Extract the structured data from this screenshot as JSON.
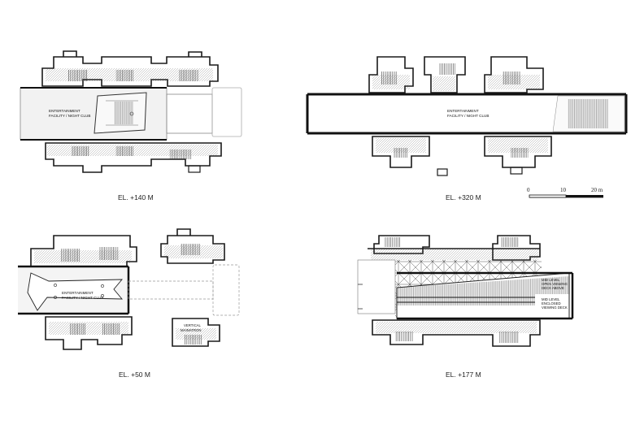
{
  "plans": [
    {
      "id": "p140",
      "elevation": "EL. +140 M",
      "labels": [
        "ENTERTAINMENT",
        "FACILITY / NIGHT CLUB"
      ]
    },
    {
      "id": "p320",
      "elevation": "EL. +320 M",
      "labels": [
        "ENTERTAINMENT",
        "FACILITY / NIGHT CLUB"
      ]
    },
    {
      "id": "p50",
      "elevation": "EL. +50 M",
      "labels": [
        "ENTERTAINMENT",
        "FACILITY / NIGHT CLUB"
      ],
      "extra_labels": [
        "VERTICAL",
        "MAINATRON"
      ]
    },
    {
      "id": "p177",
      "elevation": "EL. +177 M",
      "labels": [
        "MID LEVEL",
        "OPEN VIEWING",
        "DECK ABOVE",
        "MID LEVEL",
        "ENCLOSED",
        "VIEWING DECK"
      ]
    }
  ],
  "scale_bar": {
    "ticks": [
      "0",
      "10",
      "20 m"
    ]
  },
  "colors": {
    "line": "#1a1a1a",
    "hatch": "#555555",
    "pale": "#bbbbbb",
    "fill": "#ececec"
  }
}
